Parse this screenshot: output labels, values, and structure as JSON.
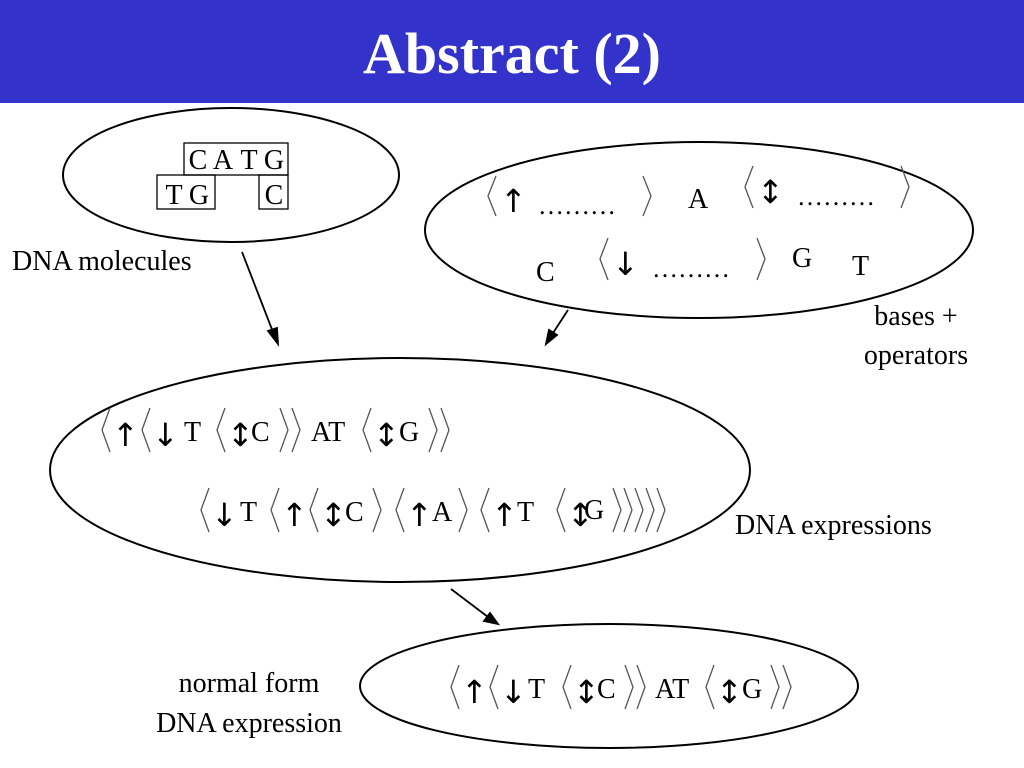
{
  "title": "Abstract (2)",
  "molecule": {
    "upper_strand": [
      "C",
      "A",
      "T",
      "G"
    ],
    "lower_strand": [
      "T",
      "G",
      "C"
    ]
  },
  "labels": {
    "dna_molecules": "DNA molecules",
    "bases_operators_line1": "bases +",
    "bases_operators_line2": "operators",
    "dna_expressions": "DNA expressions",
    "normal_form_line1": "normal form",
    "normal_form_line2": "DNA expression"
  },
  "operators_oval": {
    "dots": "………",
    "bases": [
      "A",
      "C",
      "G",
      "T"
    ]
  },
  "expression_1": [
    "T",
    "C",
    "AT",
    "G"
  ],
  "expression_2": [
    "T",
    "C",
    "A",
    "T",
    "G"
  ],
  "normal_form": [
    "T",
    "C",
    "AT",
    "G"
  ],
  "glyphs": {
    "up": "↑",
    "down": "↓",
    "updown": "↕"
  },
  "colors": {
    "title_bar": "#3333cc",
    "title_text": "#ffffff"
  }
}
